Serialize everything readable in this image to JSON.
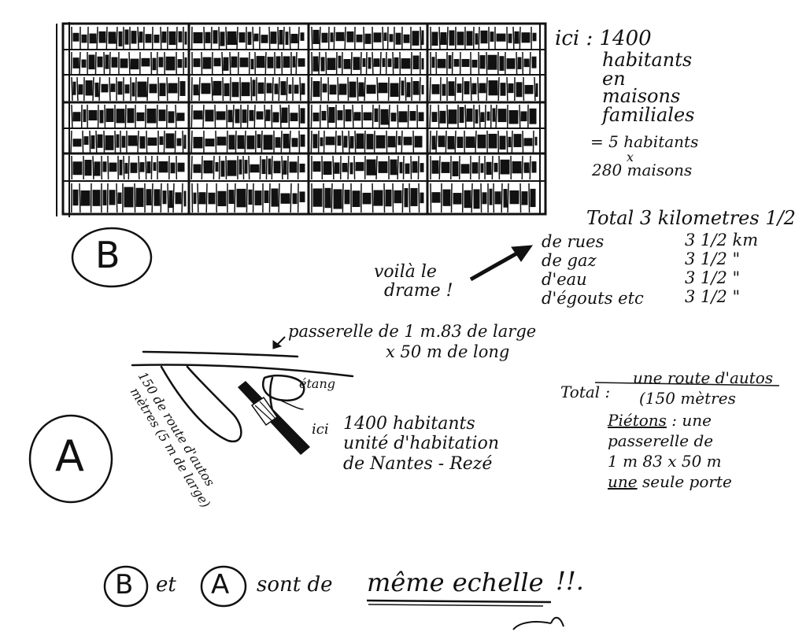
{
  "colors": {
    "ink": "#111111",
    "paper": "#ffffff"
  },
  "scheme_b": {
    "label": "B",
    "note_lines": [
      "ici : 1400",
      "habitants",
      "en",
      "maisons",
      "familiales"
    ],
    "calc_line1": "= 5 habitants",
    "calc_times": "x",
    "calc_line2": "280 maisons",
    "total_title": "Total 3 kilometres 1/2",
    "rows": [
      {
        "label": "de rues",
        "value": "3 1/2 km"
      },
      {
        "label": "de gaz",
        "value": "3 1/2 \""
      },
      {
        "label": "d'eau",
        "value": "3 1/2 \""
      },
      {
        "label": "d'égouts etc",
        "value": "3 1/2 \""
      }
    ],
    "drame_line1": "voilà le",
    "drame_line2": "drame !"
  },
  "scheme_a": {
    "label": "A",
    "passerelle_line1": "passerelle de 1 m.83 de large",
    "passerelle_line2": "x 50 m de long",
    "etang": "étang",
    "ici": "ici",
    "unite_line1": "1400 habitants",
    "unite_line2": "unité d'habitation",
    "unite_line3": "de Nantes - Rezé",
    "route_line1": "150 de route d'autos",
    "route_line2": "mètres (5 m de large)",
    "total_prefix": "Total :",
    "total_line1": "une route d'autos",
    "total_line2": "(150 mètres",
    "pietons": "Piétons",
    "total_line3": ": une",
    "total_line4": "passerelle de",
    "total_line5": "1 m 83 x 50 m",
    "total_une": "une",
    "total_line6": "seule porte"
  },
  "footer": {
    "b": "B",
    "et": "et",
    "a": "A",
    "sont": "sont de",
    "echelle": "même echelle",
    "excl": "!!."
  }
}
